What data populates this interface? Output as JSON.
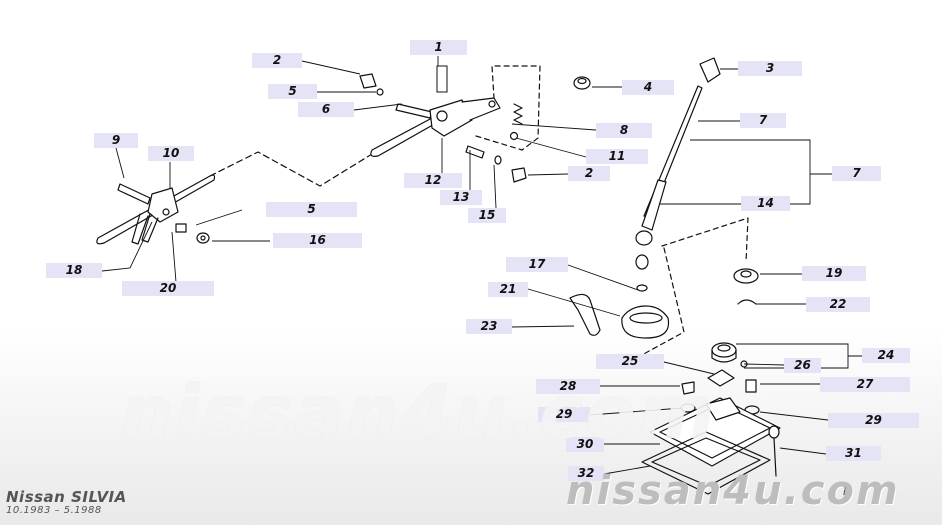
{
  "diagram": {
    "model_name": "Nissan SILVIA",
    "model_dates": "10.1983 – 5.1988",
    "watermark_large": "nissan4u.com",
    "watermark_small": "nissan4u.com",
    "page_mark": "i"
  },
  "callouts": [
    {
      "id": "c1",
      "label": "1"
    },
    {
      "id": "c2a",
      "label": "2"
    },
    {
      "id": "c3",
      "label": "3"
    },
    {
      "id": "c4",
      "label": "4"
    },
    {
      "id": "c5a",
      "label": "5"
    },
    {
      "id": "c6",
      "label": "6"
    },
    {
      "id": "c7a",
      "label": "7"
    },
    {
      "id": "c8",
      "label": "8"
    },
    {
      "id": "c9",
      "label": "9"
    },
    {
      "id": "c10",
      "label": "10"
    },
    {
      "id": "c11",
      "label": "11"
    },
    {
      "id": "c2b",
      "label": "2"
    },
    {
      "id": "c7b",
      "label": "7"
    },
    {
      "id": "c12",
      "label": "12"
    },
    {
      "id": "c13",
      "label": "13"
    },
    {
      "id": "c14",
      "label": "14"
    },
    {
      "id": "c5b",
      "label": "5"
    },
    {
      "id": "c15",
      "label": "15"
    },
    {
      "id": "c16",
      "label": "16"
    },
    {
      "id": "c17",
      "label": "17"
    },
    {
      "id": "c18",
      "label": "18"
    },
    {
      "id": "c19",
      "label": "19"
    },
    {
      "id": "c20",
      "label": "20"
    },
    {
      "id": "c21",
      "label": "21"
    },
    {
      "id": "c22",
      "label": "22"
    },
    {
      "id": "c23",
      "label": "23"
    },
    {
      "id": "c24",
      "label": "24"
    },
    {
      "id": "c25",
      "label": "25"
    },
    {
      "id": "c26",
      "label": "26"
    },
    {
      "id": "c27",
      "label": "27"
    },
    {
      "id": "c28",
      "label": "28"
    },
    {
      "id": "c29a",
      "label": "29"
    },
    {
      "id": "c29b",
      "label": "29"
    },
    {
      "id": "c30",
      "label": "30"
    },
    {
      "id": "c31",
      "label": "31"
    },
    {
      "id": "c32",
      "label": "32"
    }
  ]
}
